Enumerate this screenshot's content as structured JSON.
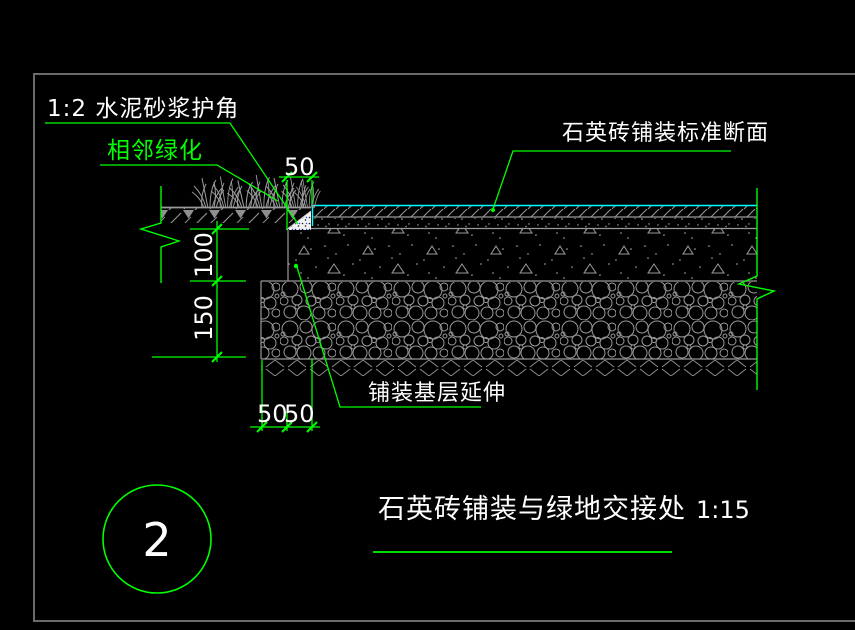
{
  "annotations": {
    "mortar_corner_label": "1:2 水泥砂浆护角",
    "adjacent_green_label": "相邻绿化",
    "standard_section_label": "石英砖铺装标准断面",
    "base_extension_label": "铺装基层延伸"
  },
  "dimensions": {
    "edge_width": "50",
    "concrete_thickness": "100",
    "gravel_thickness": "150",
    "base_step_1": "50",
    "base_step_2": "50"
  },
  "title_block": {
    "detail_number": "2",
    "title": "石英砖铺装与绿地交接处",
    "scale": "1:15"
  },
  "colors": {
    "background": "#000000",
    "annotation_green": "#00ff00",
    "surface_cyan": "#00ffff",
    "linework_gray": "#9a9a9a",
    "text_white": "#ffffff",
    "frame_gray": "#6b6b6b",
    "mortar_blue": "#2244ff"
  }
}
